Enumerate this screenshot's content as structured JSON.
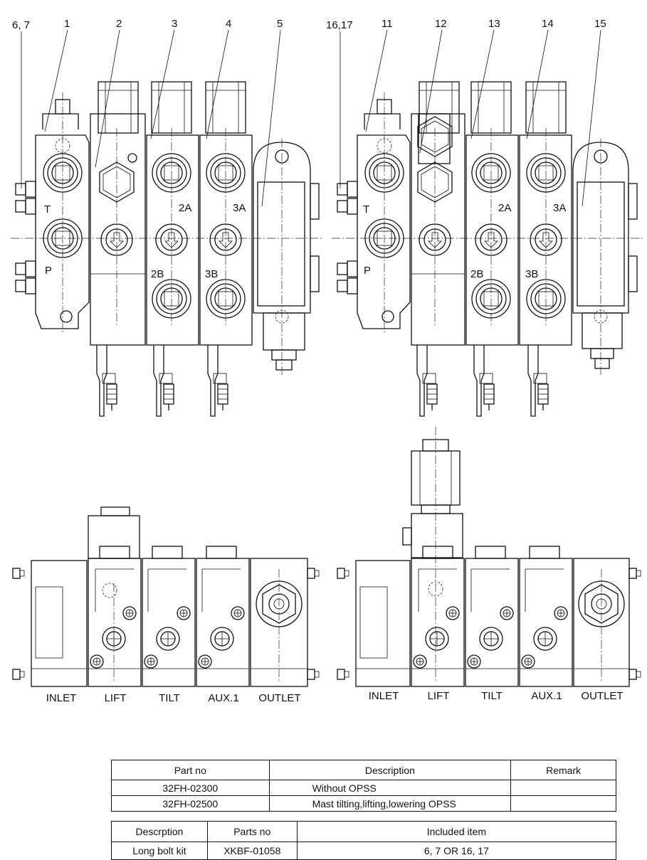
{
  "top_left_callouts": [
    "6, 7",
    "1",
    "2",
    "3",
    "4",
    "5"
  ],
  "top_right_callouts": [
    "16,17",
    "11",
    "12",
    "13",
    "14",
    "15"
  ],
  "port_labels": {
    "t": "T",
    "p": "P",
    "a2": "2A",
    "a3": "3A",
    "b2": "2B",
    "b3": "3B"
  },
  "section_labels": [
    "INLET",
    "LIFT",
    "TILT",
    "AUX.1",
    "OUTLET"
  ],
  "parts_table": {
    "headers": [
      "Part no",
      "Description",
      "Remark"
    ],
    "rows": [
      {
        "part_no": "32FH-02300",
        "description": "Without OPSS",
        "remark": ""
      },
      {
        "part_no": "32FH-02500",
        "description": "Mast tilting,lifting,lowering OPSS",
        "remark": ""
      }
    ]
  },
  "kit_table": {
    "headers": [
      "Descrption",
      "Parts no",
      "Included item"
    ],
    "rows": [
      {
        "description": "Long bolt kit",
        "parts_no": "XKBF-01058",
        "included": "6, 7 OR 16, 17"
      }
    ]
  }
}
